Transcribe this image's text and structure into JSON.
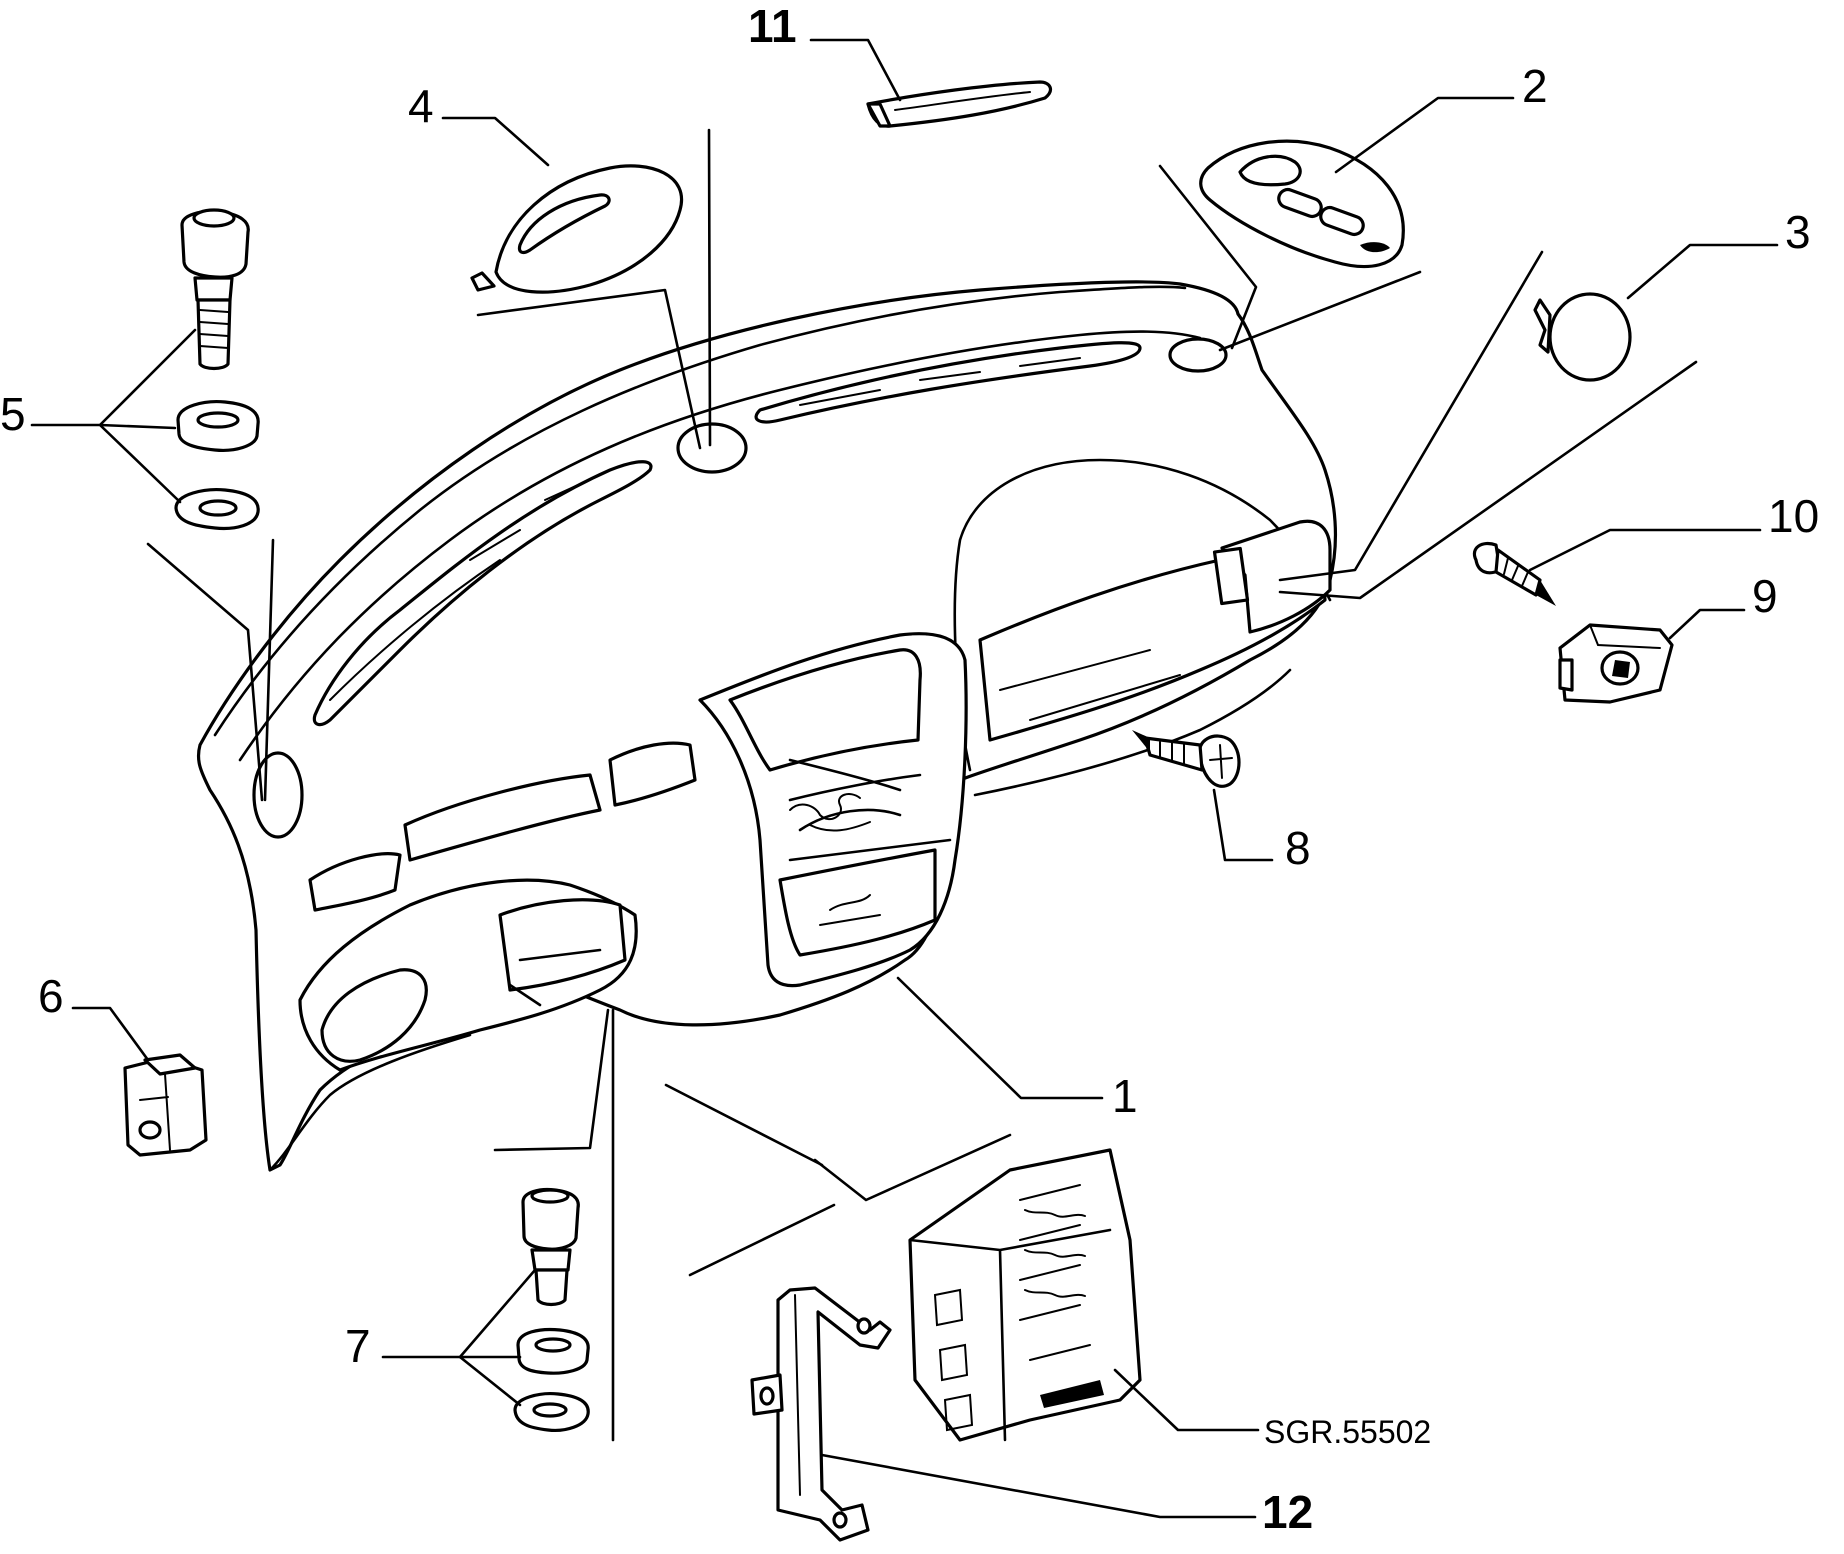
{
  "callouts": {
    "c1": "1",
    "c2": "2",
    "c3": "3",
    "c4": "4",
    "c5": "5",
    "c6": "6",
    "c7": "7",
    "c8": "8",
    "c9": "9",
    "c10": "10",
    "c11": "11",
    "c12": "12"
  },
  "drawing_code": "SGR.55502"
}
